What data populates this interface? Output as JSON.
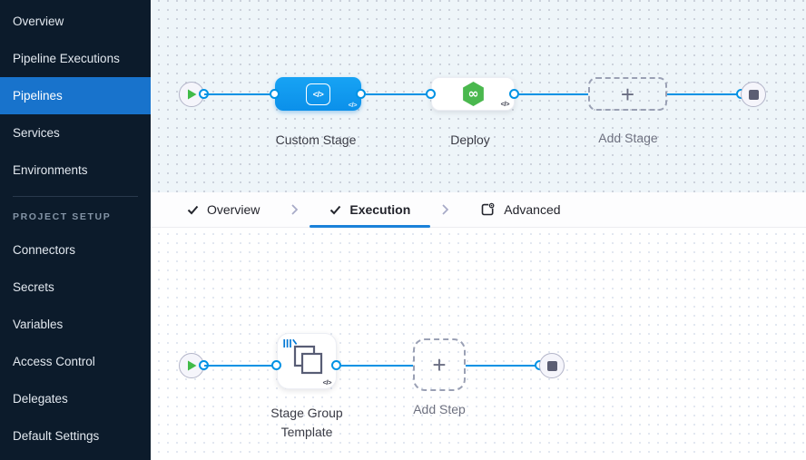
{
  "sidebar": {
    "main_items": [
      {
        "label": "Overview"
      },
      {
        "label": "Pipeline Executions"
      },
      {
        "label": "Pipelines"
      },
      {
        "label": "Services"
      },
      {
        "label": "Environments"
      }
    ],
    "active_item": "Pipelines",
    "section_label": "PROJECT SETUP",
    "setup_items": [
      {
        "label": "Connectors"
      },
      {
        "label": "Secrets"
      },
      {
        "label": "Variables"
      },
      {
        "label": "Access Control"
      },
      {
        "label": "Delegates"
      },
      {
        "label": "Default Settings"
      }
    ]
  },
  "tab_bar": {
    "tabs": [
      {
        "label": "Overview",
        "state": "completed"
      },
      {
        "label": "Execution",
        "state": "active"
      },
      {
        "label": "Advanced",
        "state": "default"
      }
    ]
  },
  "pipeline_canvas": {
    "stages": [
      {
        "label": "Custom Stage",
        "type": "custom-stage"
      },
      {
        "label": "Deploy",
        "type": "deploy-stage"
      },
      {
        "label": "Add Stage",
        "type": "add-stage-placeholder"
      }
    ]
  },
  "execution_canvas": {
    "steps": [
      {
        "label": "Stage Group Template",
        "type": "stage-group-template"
      },
      {
        "label": "Add Step",
        "type": "add-step-placeholder"
      }
    ]
  },
  "glyphs": {
    "code": "</>",
    "plus": "+",
    "infinity": "∞"
  },
  "colors": {
    "accent": "#0092e4",
    "sidebar_bg": "#0c1b2b",
    "sidebar_active": "#1873cc",
    "stage_blue": "#0f9bf0",
    "deploy_green": "#4ab84e",
    "tab_underline": "#1a81d9"
  }
}
